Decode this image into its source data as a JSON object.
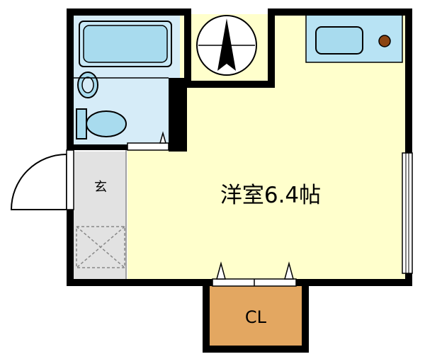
{
  "rooms": {
    "main_label": "洋室6.4帖",
    "entrance_label": "玄",
    "closet_label": "CL"
  },
  "compass": {
    "icon": "north-arrow-icon"
  },
  "colors": {
    "wall": "#000000",
    "room_floor": "#ffffcc",
    "bath_floor": "#d6ecf8",
    "fixture": "#a8dbee",
    "entrance_floor": "#e2e2e2",
    "closet": "#e3a761",
    "stove_knob": "#8b4513"
  }
}
